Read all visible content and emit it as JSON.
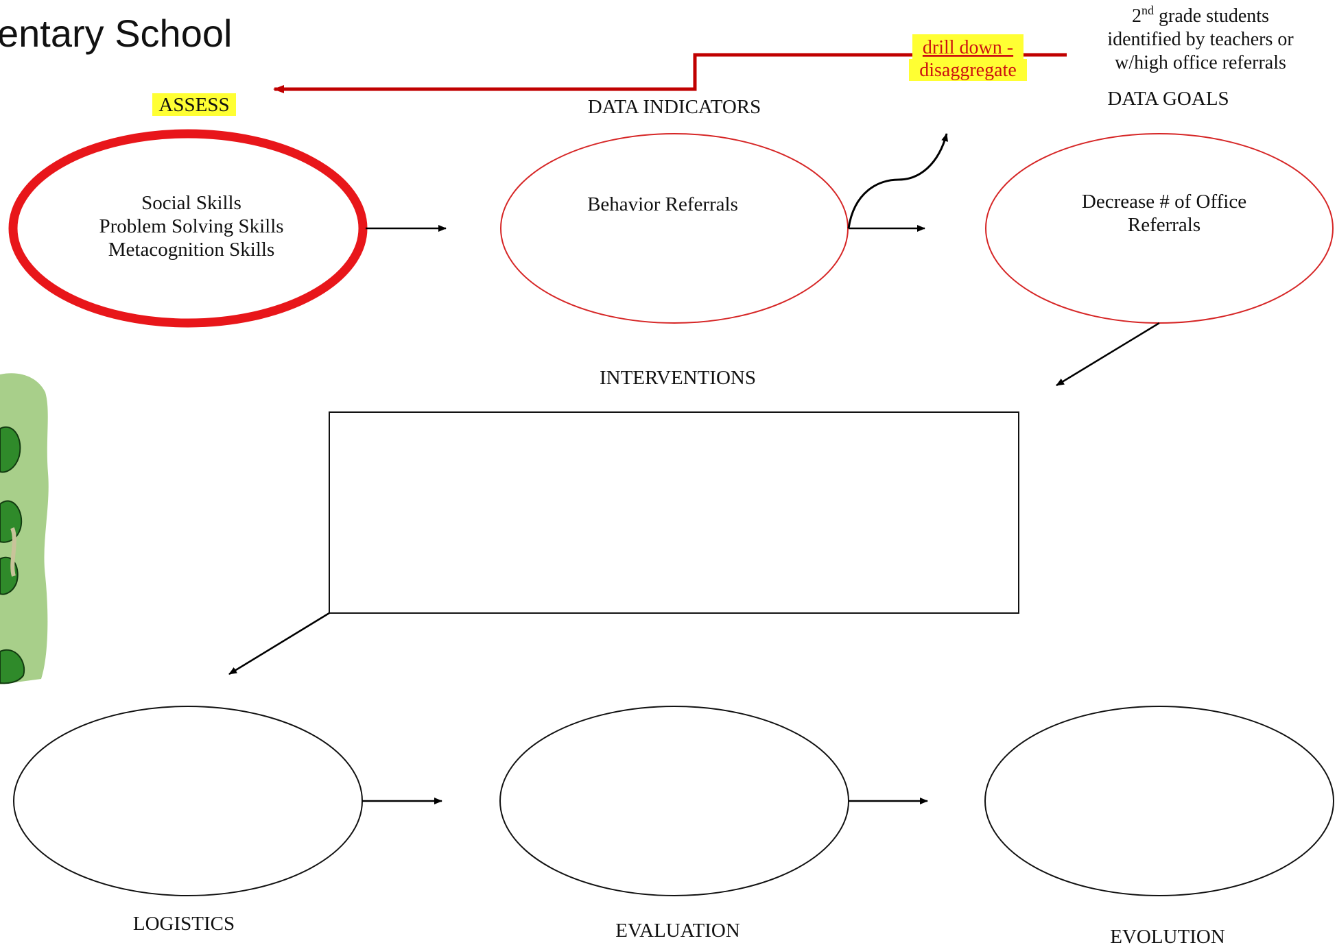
{
  "header": {
    "title_fragment": "entary School"
  },
  "drill_down": {
    "line1": "drill down -",
    "line2": "disaggregate"
  },
  "note": {
    "sup_num": "2",
    "sup": "nd",
    "line1_rest": " grade students",
    "line2": "identified by teachers or",
    "line3": "w/high office referrals"
  },
  "labels": {
    "assess": "ASSESS",
    "data_indicators": "DATA INDICATORS",
    "data_goals": "DATA GOALS",
    "interventions": "INTERVENTIONS",
    "logistics": "LOGISTICS",
    "evaluation": "EVALUATION",
    "evolution": "EVOLUTION"
  },
  "assess_box": {
    "lines": [
      "Social Skills",
      "Problem Solving Skills",
      "Metacognition Skills"
    ]
  },
  "indicators_box": {
    "text": "Behavior Referrals"
  },
  "goals_box": {
    "lines": [
      "Decrease # of Office",
      "Referrals"
    ]
  },
  "colors": {
    "accent_red": "#e8161a",
    "line_red": "#c00000",
    "highlight": "#ffff33",
    "clipart_bg": "#a8cf8a",
    "clipart_leaf": "#2f8a2a"
  },
  "icons": {
    "clipart": "plant-clipart-icon"
  }
}
